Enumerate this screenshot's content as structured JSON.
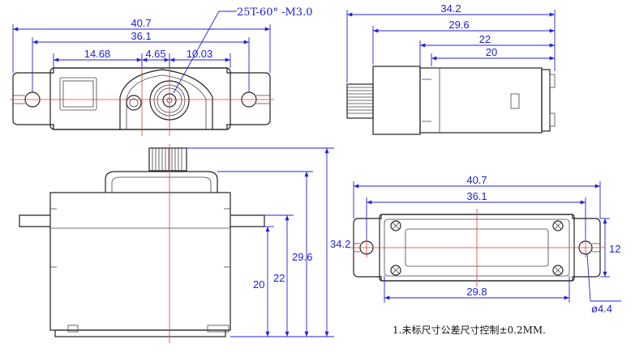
{
  "callout": {
    "spline": "25T-60°  -M3.0"
  },
  "top_view": {
    "overall": "40.7",
    "hole_span": "36.1",
    "left_offset": "14.68",
    "mid_offset": "4.65",
    "right_offset": "10.03"
  },
  "side_view": {
    "overall": "34.2",
    "d2": "29.6",
    "d3": "22",
    "d4": "20"
  },
  "front_view": {
    "height_total": "34.2",
    "h2": "29.6",
    "h3": "22",
    "h4": "20"
  },
  "bottom_view": {
    "overall": "40.7",
    "hole_span": "36.1",
    "inner": "29.8",
    "height": "12",
    "hole_dia": "ø4.4"
  },
  "note": "1.未标尺寸公差尺寸控制±0.2MM."
}
